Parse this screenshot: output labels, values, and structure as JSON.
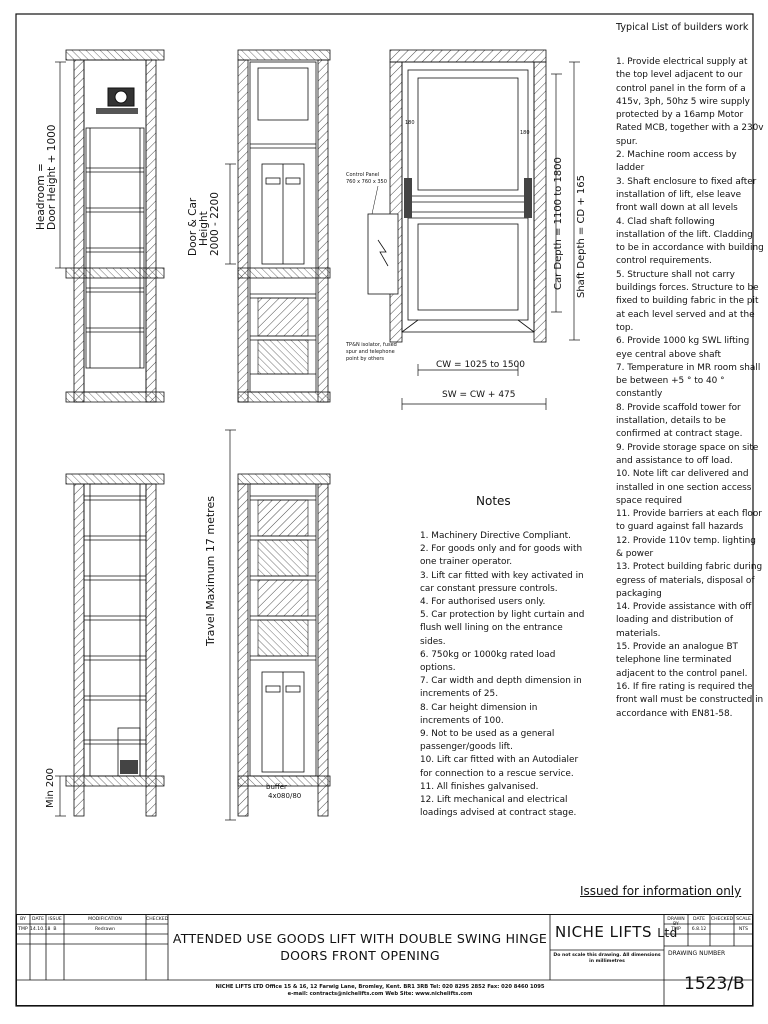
{
  "labels": {
    "headroom_line1": "Headroom =",
    "headroom_line2": "Door Height + 1000",
    "door_car_line1": "Door & Car",
    "door_car_line2": "Height",
    "door_car_line3": "2000 - 2200",
    "travel": "Travel Maximum 17 metres",
    "min200": "Min 200",
    "buffer_line1": "buffer",
    "buffer_line2": "4x080/80",
    "control_panel_line1": "Control Panel",
    "control_panel_line2": "760 x 760 x 350",
    "tpn_line1": "TP&N isolator, fused",
    "tpn_line2": "spur and telephone",
    "tpn_line3": "point by others",
    "cw": "CW = 1025 to 1500",
    "sw": "SW = CW + 475",
    "car_depth": "Car Depth = 1100 to 1800",
    "shaft_depth": "Shaft Depth = CD + 165",
    "dim180a": "180",
    "dim180b": "180"
  },
  "notes": {
    "title": "Notes",
    "items": [
      "1. Machinery Directive Compliant.",
      "2. For goods only and for goods with one trainer operator.",
      "3. Lift car fitted with key activated in car constant pressure controls.",
      "4. For authorised users only.",
      "5. Car protection by light curtain and flush well lining on the entrance sides.",
      "6. 750kg or 1000kg rated load options.",
      "7. Car width and depth dimension in increments of 25.",
      "8. Car height dimension in increments of 100.",
      "9. Not to be used as a general passenger/goods lift.",
      "10. Lift car fitted with an Autodialer for connection to a rescue service.",
      "11. All finishes galvanised.",
      "12. Lift mechanical and electrical loadings advised at contract stage."
    ]
  },
  "builders_work": {
    "title": "Typical List of builders work",
    "items": [
      "1. Provide electrical supply at the top level adjacent to our control panel in the form of a 415v, 3ph, 50hz 5 wire supply protected by a 16amp Motor Rated MCB, together with a 230v spur.",
      "2. Machine room access by ladder",
      "3. Shaft enclosure to fixed after installation of lift, else leave front wall down at all levels",
      "4. Clad shaft following installation of the lift. Cladding to be in accordance with building control requirements.",
      "5. Structure shall not carry buildings forces. Structure to be fixed to building fabric in the pit at each level served and at the top.",
      "6. Provide 1000 kg SWL lifting eye central above shaft",
      "7. Temperature in MR room shall be between +5 ° to 40 ° constantly",
      "8. Provide scaffold tower for installation, details to be confirmed at contract stage.",
      "9. Provide storage space on site and assistance to off load.",
      "10. Note lift car delivered and installed in one section access space required",
      "11. Provide barriers at each floor to guard against fall hazards",
      "12. Provide 110v temp. lighting & power",
      "13. Protect building fabric during egress of materials, disposal of packaging",
      "14. Provide assistance with off loading and distribution of materials.",
      "15. Provide an analogue BT telephone line terminated adjacent to the control panel.",
      "16. If fire rating is required the front wall must be constructed in accordance with EN81-58."
    ]
  },
  "issued": "Issued for information only",
  "title_block": {
    "headers": {
      "by": "BY",
      "date": "DATE",
      "issue": "ISSUE",
      "modification": "MODIFICATION",
      "checked": "CHECKED"
    },
    "row": {
      "by": "TMP",
      "date": "14.10.18",
      "issue": "B",
      "modification": "Redrawn",
      "checked": ""
    },
    "title": "ATTENDED USE GOODS LIFT WITH DOUBLE SWING HINGE DOORS FRONT OPENING",
    "company": "NICHE LIFTS",
    "company_suffix": "Ltd",
    "disclaimer": "Do not scale this drawing. All dimensions in millimetres",
    "drawn_by_label": "DRAWN BY",
    "date_label": "DATE",
    "checked_label": "CHECKED",
    "scale_label": "SCALE",
    "drawn_by": "TMP",
    "date": "6.8.12",
    "checked": "",
    "scale": "NTS",
    "drawing_number_label": "DRAWING NUMBER",
    "drawing_number": "1523/B",
    "address_line1": "NICHE LIFTS LTD Office 15 & 16, 12 Farwig Lane, Bromley, Kent. BR1 3RB Tel: 020 8295 2852 Fax: 020 8460 1095",
    "address_line2": "e-mail: contracts@nichelifts.com Web Site: www.nichelifts.com"
  }
}
